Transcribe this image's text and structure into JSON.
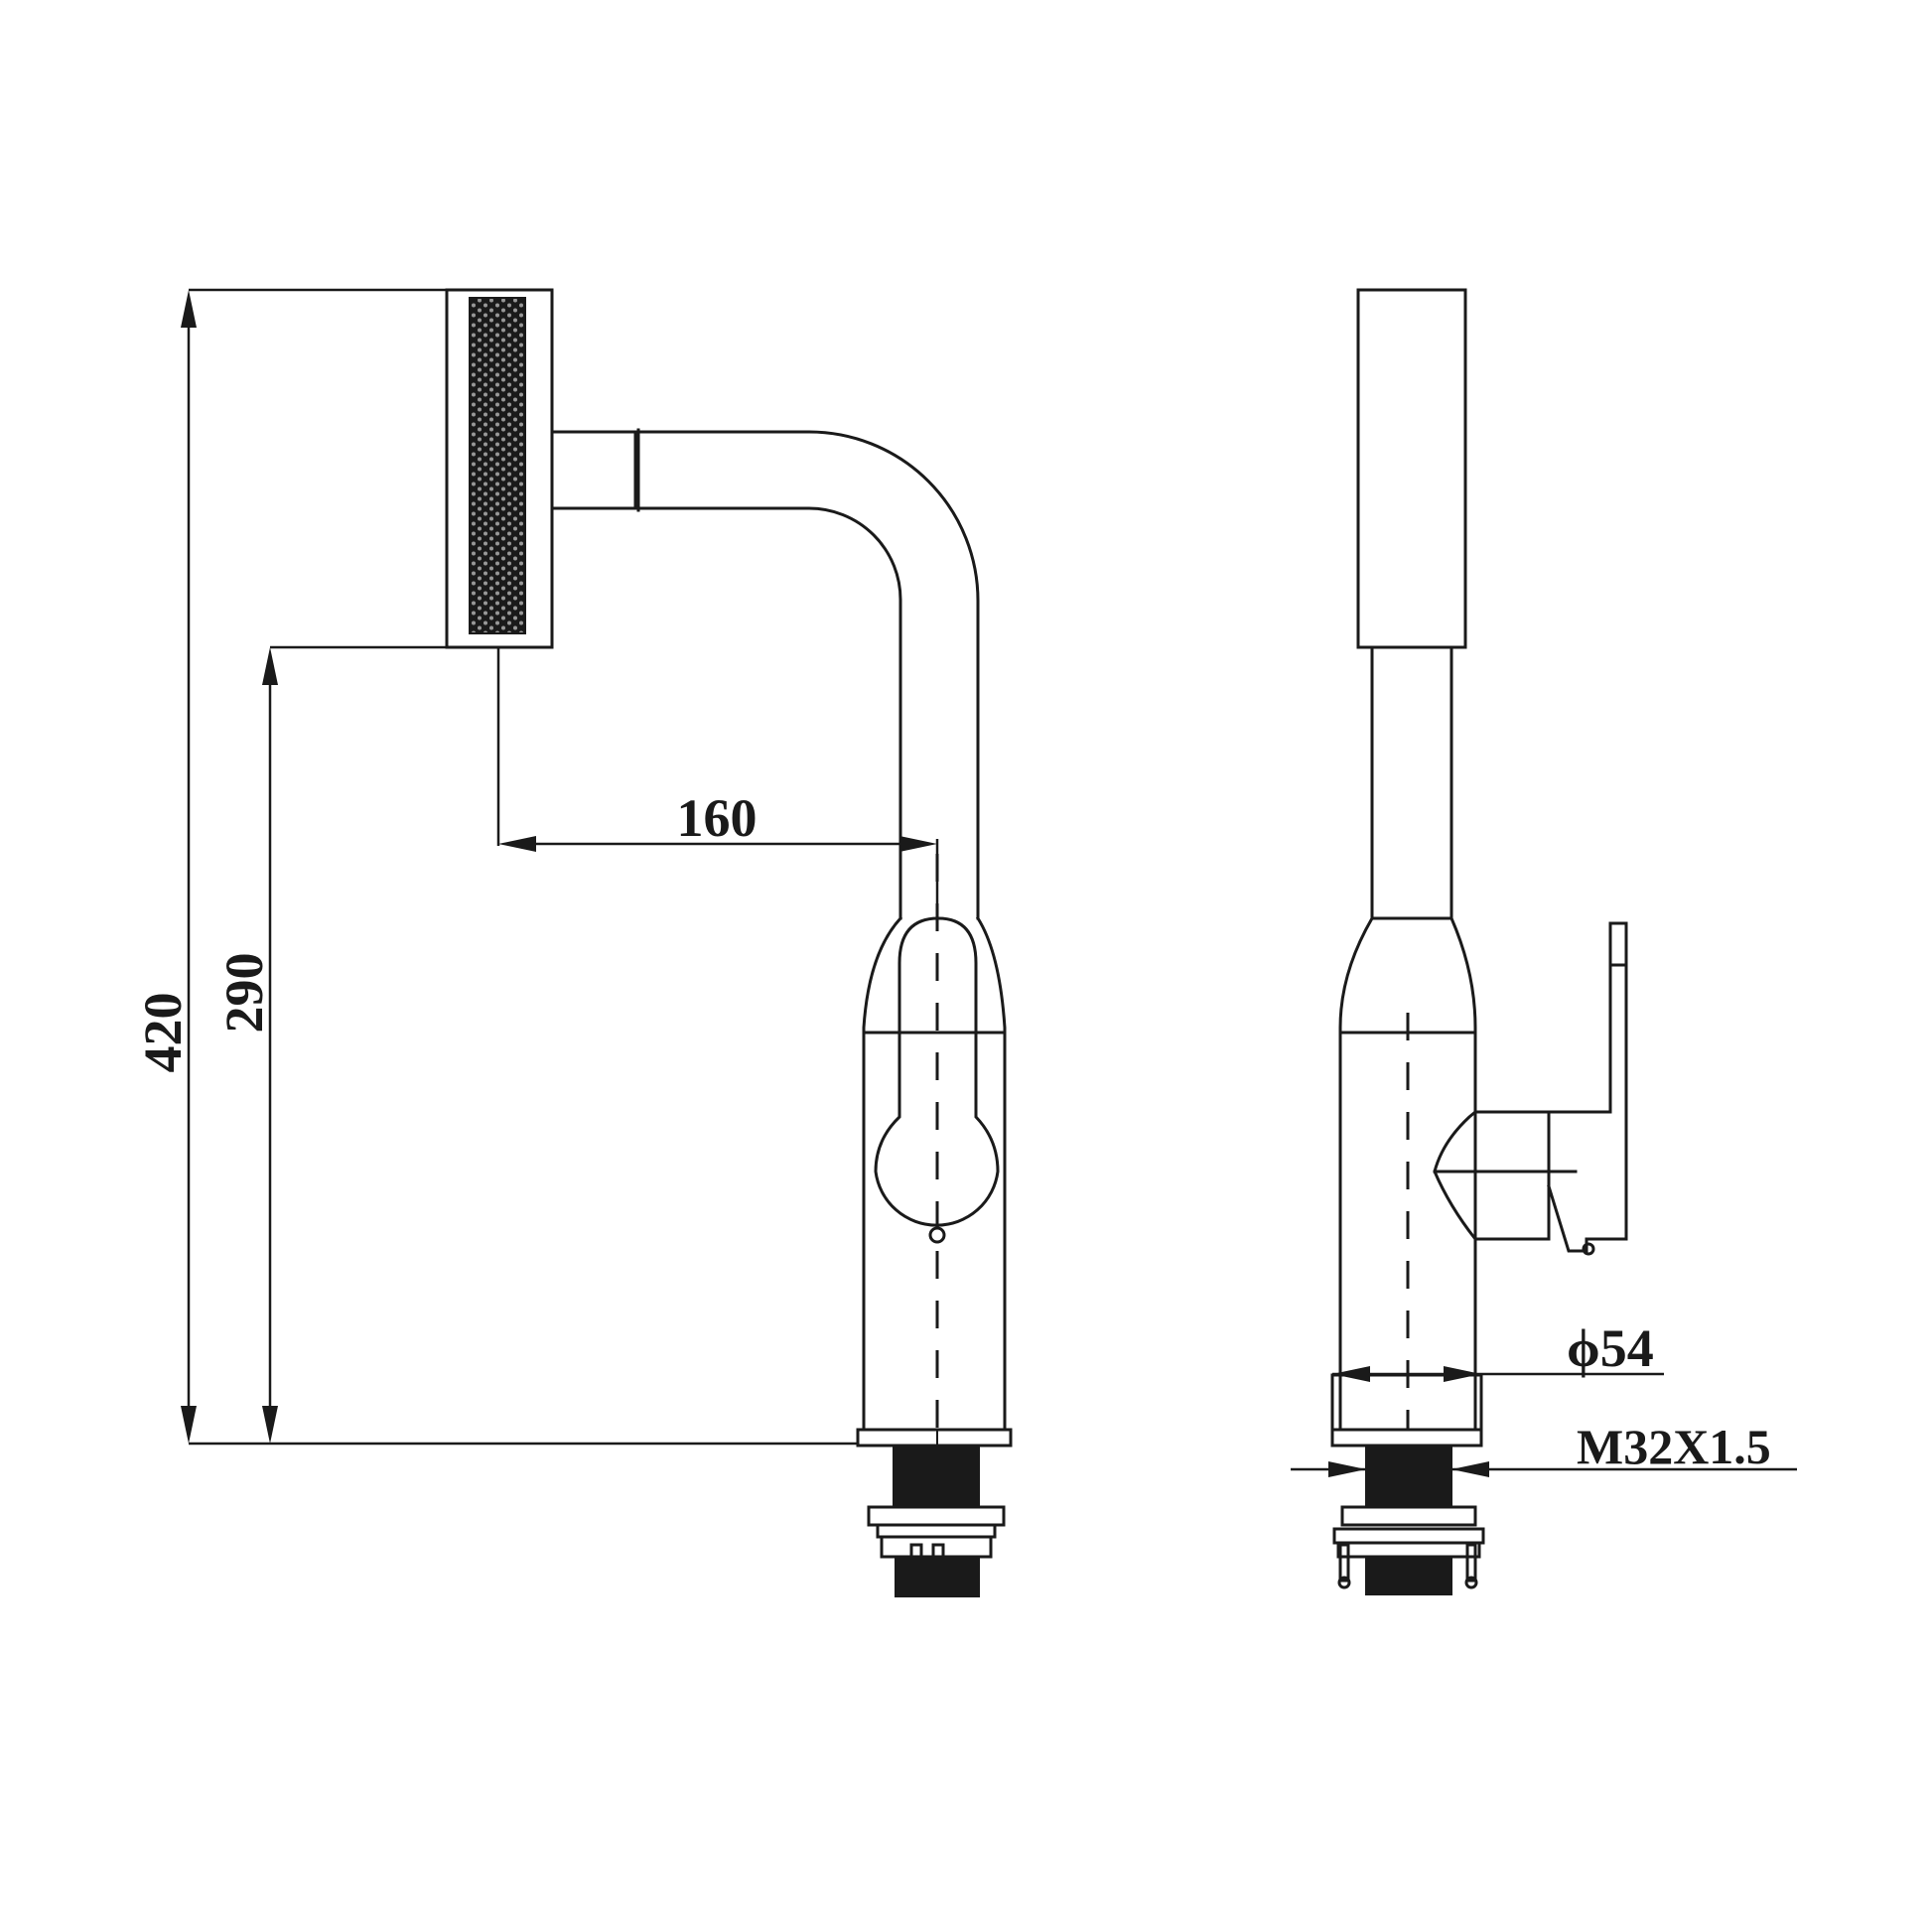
{
  "dimensions": {
    "total_height": "420",
    "spout_height": "290",
    "spout_reach": "160",
    "body_diameter": "ϕ54",
    "thread": "M32X1.5"
  },
  "views": {
    "front": "front-elevation",
    "side": "side-elevation"
  },
  "colors": {
    "line": "#1a1a1a",
    "background": "#ffffff"
  }
}
